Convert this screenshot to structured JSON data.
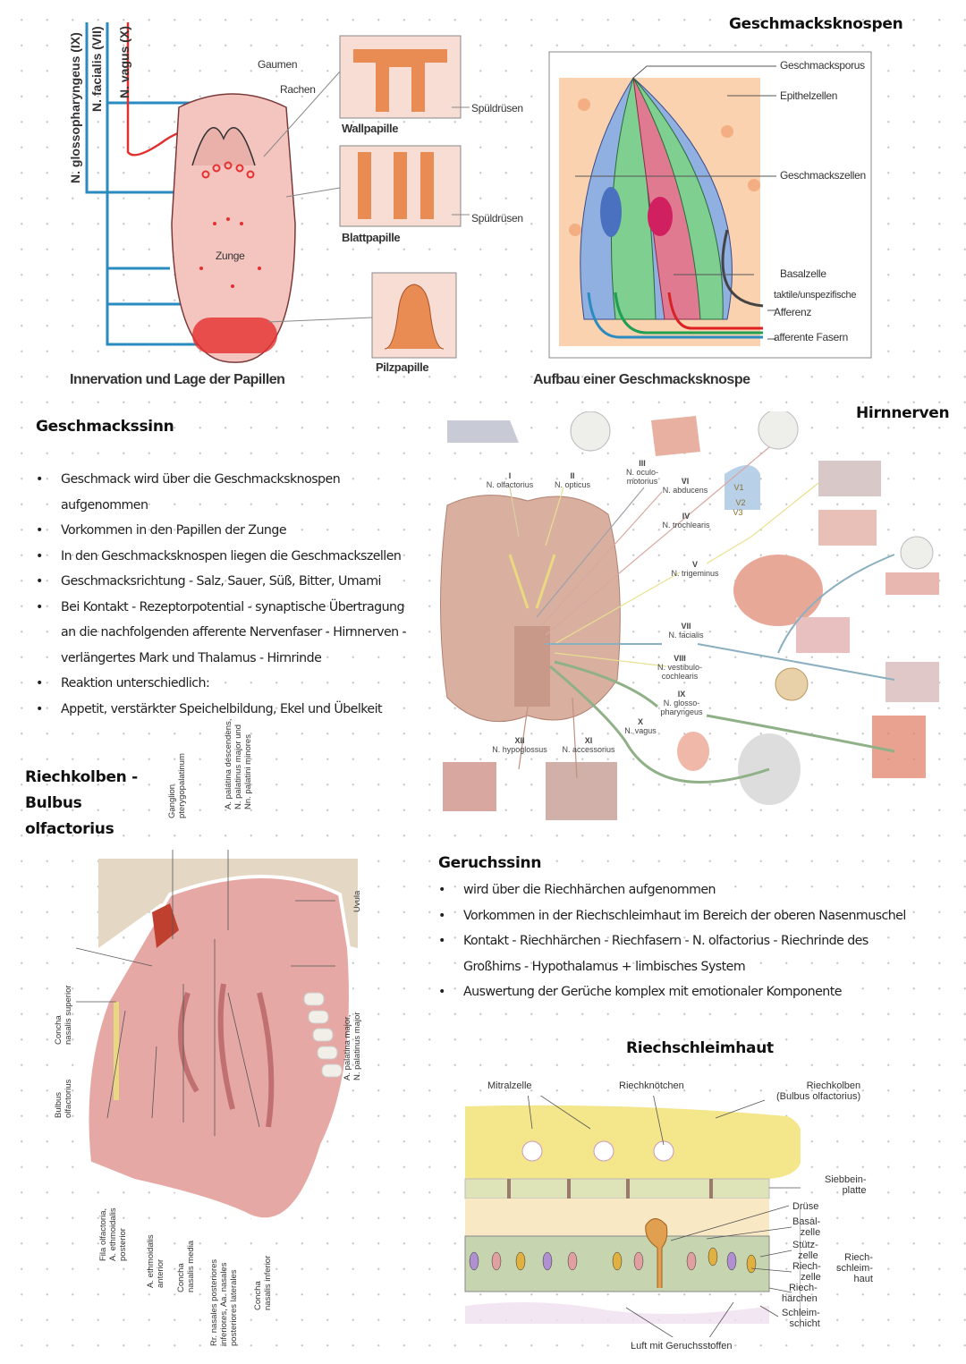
{
  "top_figure": {
    "title": "Geschmacksknospen",
    "innervation": {
      "caption": "Innervation und Lage der Papillen",
      "nerves": [
        "N. glossopharyngeus (IX)",
        "N. facialis (VII)",
        "N. vagus (X)"
      ],
      "gaumen": "Gaumen",
      "rachen": "Rachen",
      "zunge": "Zunge"
    },
    "papillae": [
      {
        "name": "Wallpapille",
        "gland": "Spüldrüsen"
      },
      {
        "name": "Blattpapille",
        "gland": "Spüldrüsen"
      },
      {
        "name": "Pilzpapille"
      }
    ],
    "bud": {
      "caption": "Aufbau einer Geschmacksknospe",
      "labels": [
        "Geschmacksporus",
        "Epithelzellen",
        "Geschmackszellen",
        "Basalzelle",
        "taktile/unspezifische",
        "Afferenz",
        "afferente Fasern"
      ]
    }
  },
  "taste": {
    "heading": "Geschmackssinn",
    "bullets": [
      "Geschmack wird über die Geschmacksknospen aufgenommen",
      "Vorkommen in den Papillen der Zunge",
      "In den Geschmacksknospen liegen die Geschmackszellen",
      "Geschmacksrichtung - Salz, Sauer, Süß, Bitter, Umami",
      "Bei Kontakt - Rezeptorpotential - synaptische Übertragung an die nachfolgenden afferente Nervenfaser - Hirnnerven - verlängertes Mark und Thalamus - Hirnrinde",
      "Reaktion unterschiedlich:",
      "Appetit, verstärkter Speichelbildung, Ekel und Übelkeit"
    ]
  },
  "cranial_nerves": {
    "title": "Hirnnerven",
    "nerves": [
      {
        "num": "I",
        "name": "N. olfactorius"
      },
      {
        "num": "II",
        "name": "N. opticus"
      },
      {
        "num": "III",
        "name": "N. oculo-\nmotorius"
      },
      {
        "num": "VI",
        "name": "N. abducens"
      },
      {
        "num": "IV",
        "name": "N. trochlearis"
      },
      {
        "num": "V",
        "name": "N. trigeminus"
      },
      {
        "num": "VII",
        "name": "N. facialis"
      },
      {
        "num": "VIII",
        "name": "N. vestibulo-\ncochlearis"
      },
      {
        "num": "IX",
        "name": "N. glosso-\npharyngeus"
      },
      {
        "num": "X",
        "name": "N. vagus"
      },
      {
        "num": "XII",
        "name": "N. hypoglossus"
      },
      {
        "num": "XI",
        "name": "N. accessorius"
      }
    ],
    "trigeminus_branches": [
      "V1",
      "V2",
      "V3"
    ]
  },
  "bulbus": {
    "heading": [
      "Riechkolben -",
      "Bulbus",
      "olfactorius"
    ],
    "labels": {
      "ganglion": "Ganglion\npterygopalatinum",
      "palatina_desc": "A. palatina descendens,\nN. palatinus major und\nNn. palatini minores",
      "uvula": "Uvula",
      "palatina_major": "A. palatina major,\nN. palatinus major",
      "concha_sup": "Concha\nnasalis superior",
      "bulbus": "Bulbus\nolfactorius",
      "fila": "Fila olfactoria,\nA. ethmoidalis\nposterior",
      "ethm_ant": "A. ethmoidalis\nanterior",
      "concha_media": "Concha\nnasalis media",
      "rr_nasales": "Rr. nasales posteriores\ninferiores, Aa. nasales\nposteriores laterales",
      "concha_inf": "Concha\nnasalis inferior"
    }
  },
  "smell": {
    "heading": "Geruchssinn",
    "bullets": [
      "wird über die Riechhärchen aufgenommen",
      "Vorkommen in der Riechschleimhaut im Bereich der oberen Nasenmuschel",
      "Kontakt - Riechhärchen - Riechfasern - N. olfactorius - Riechrinde des Großhirns - Hypothalamus + limbisches System",
      "Auswertung der Gerüche komplex mit emotionaler Komponente"
    ]
  },
  "mucosa": {
    "title": "Riechschleimhaut",
    "labels": {
      "mitral": "Mitralzelle",
      "knoetchen": "Riechknötchen",
      "kolben": "Riechkolben\n(Bulbus olfactorius)",
      "sieb": "Siebbein-\nplatte",
      "druese": "Drüse",
      "basal": "Basal-\nzelle",
      "stuetz": "Stütz-\nzelle",
      "riechzelle": "Riech-\nzelle",
      "haerchen": "Riech-\nhärchen",
      "schleim": "Schleim-\nschicht",
      "haut": "Riech-\nschleim-\nhaut",
      "luft": "Luft mit Geruchsstoffen"
    }
  }
}
